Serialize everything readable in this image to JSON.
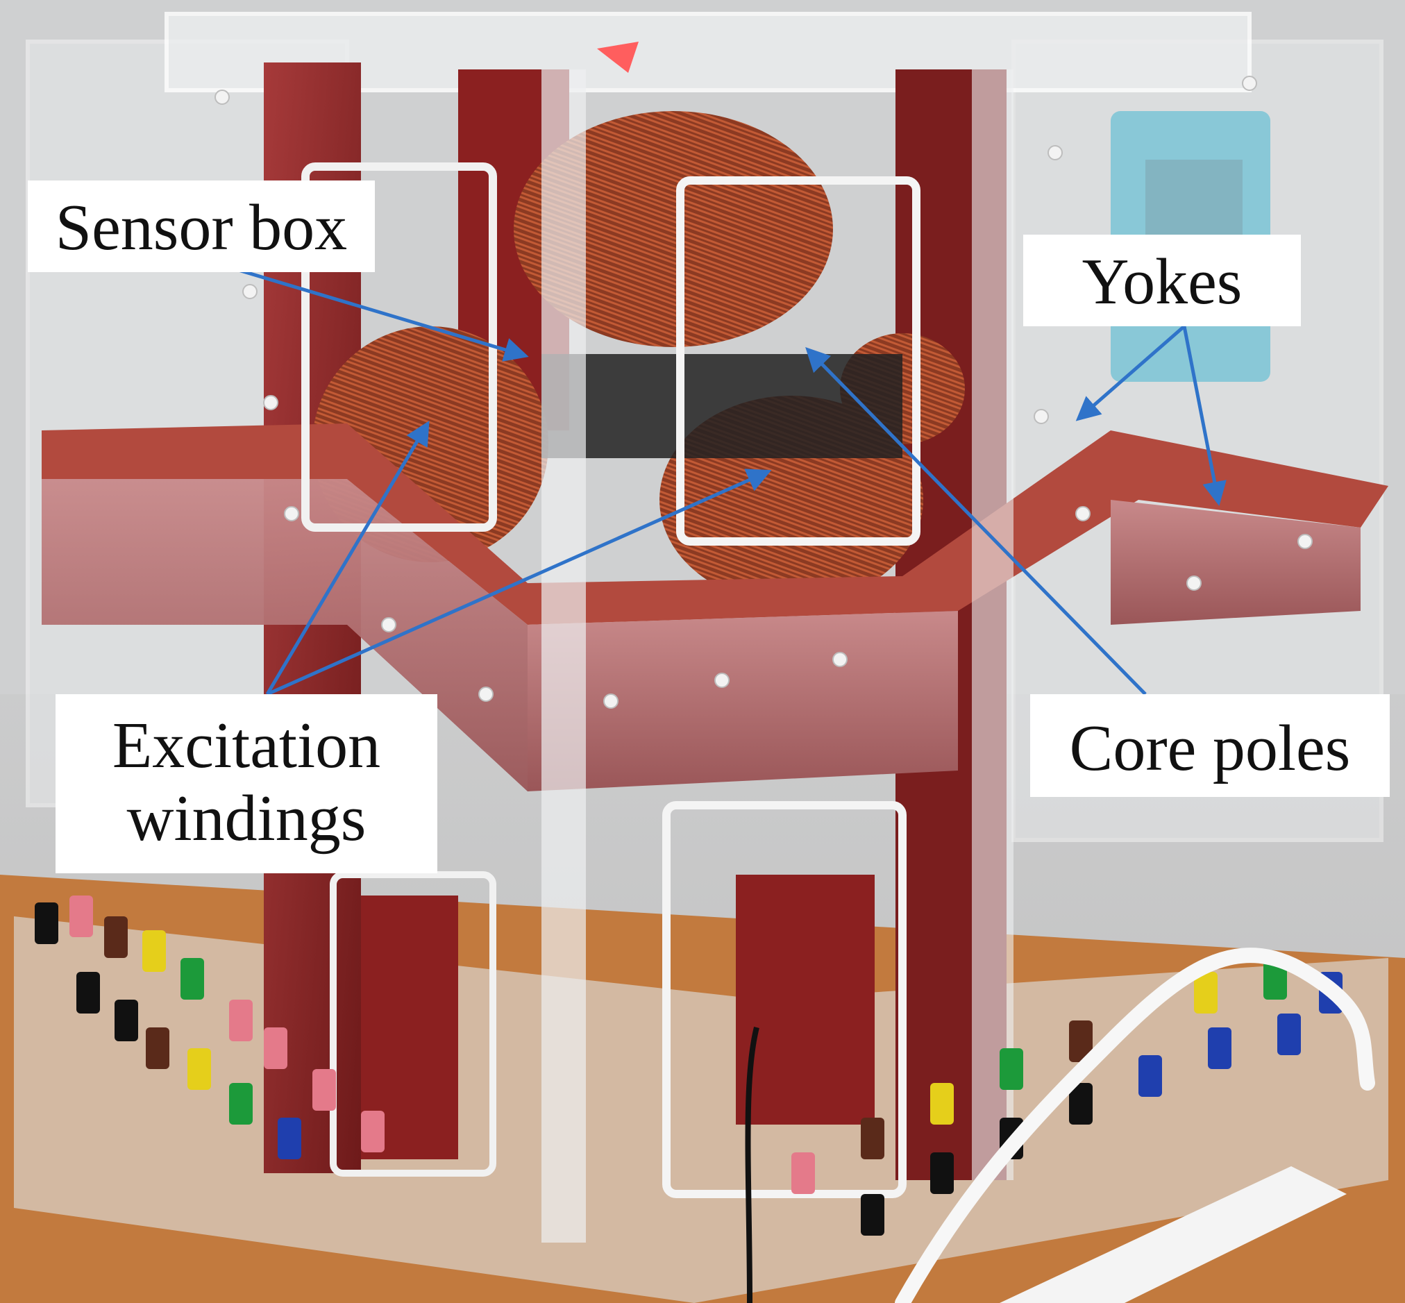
{
  "labels": {
    "sensor_box": "Sensor box",
    "yokes": "Yokes",
    "excitation_line1": "Excitation",
    "excitation_line2": "windings",
    "core_poles": "Core poles"
  },
  "colors": {
    "arrow": "#2f73c9",
    "copper": "#9a3b22",
    "red_frame": "#8b2020",
    "acrylic": "#e4e6e8",
    "blue_part": "#2aa6c2",
    "wood_base": "#c27a3e"
  }
}
